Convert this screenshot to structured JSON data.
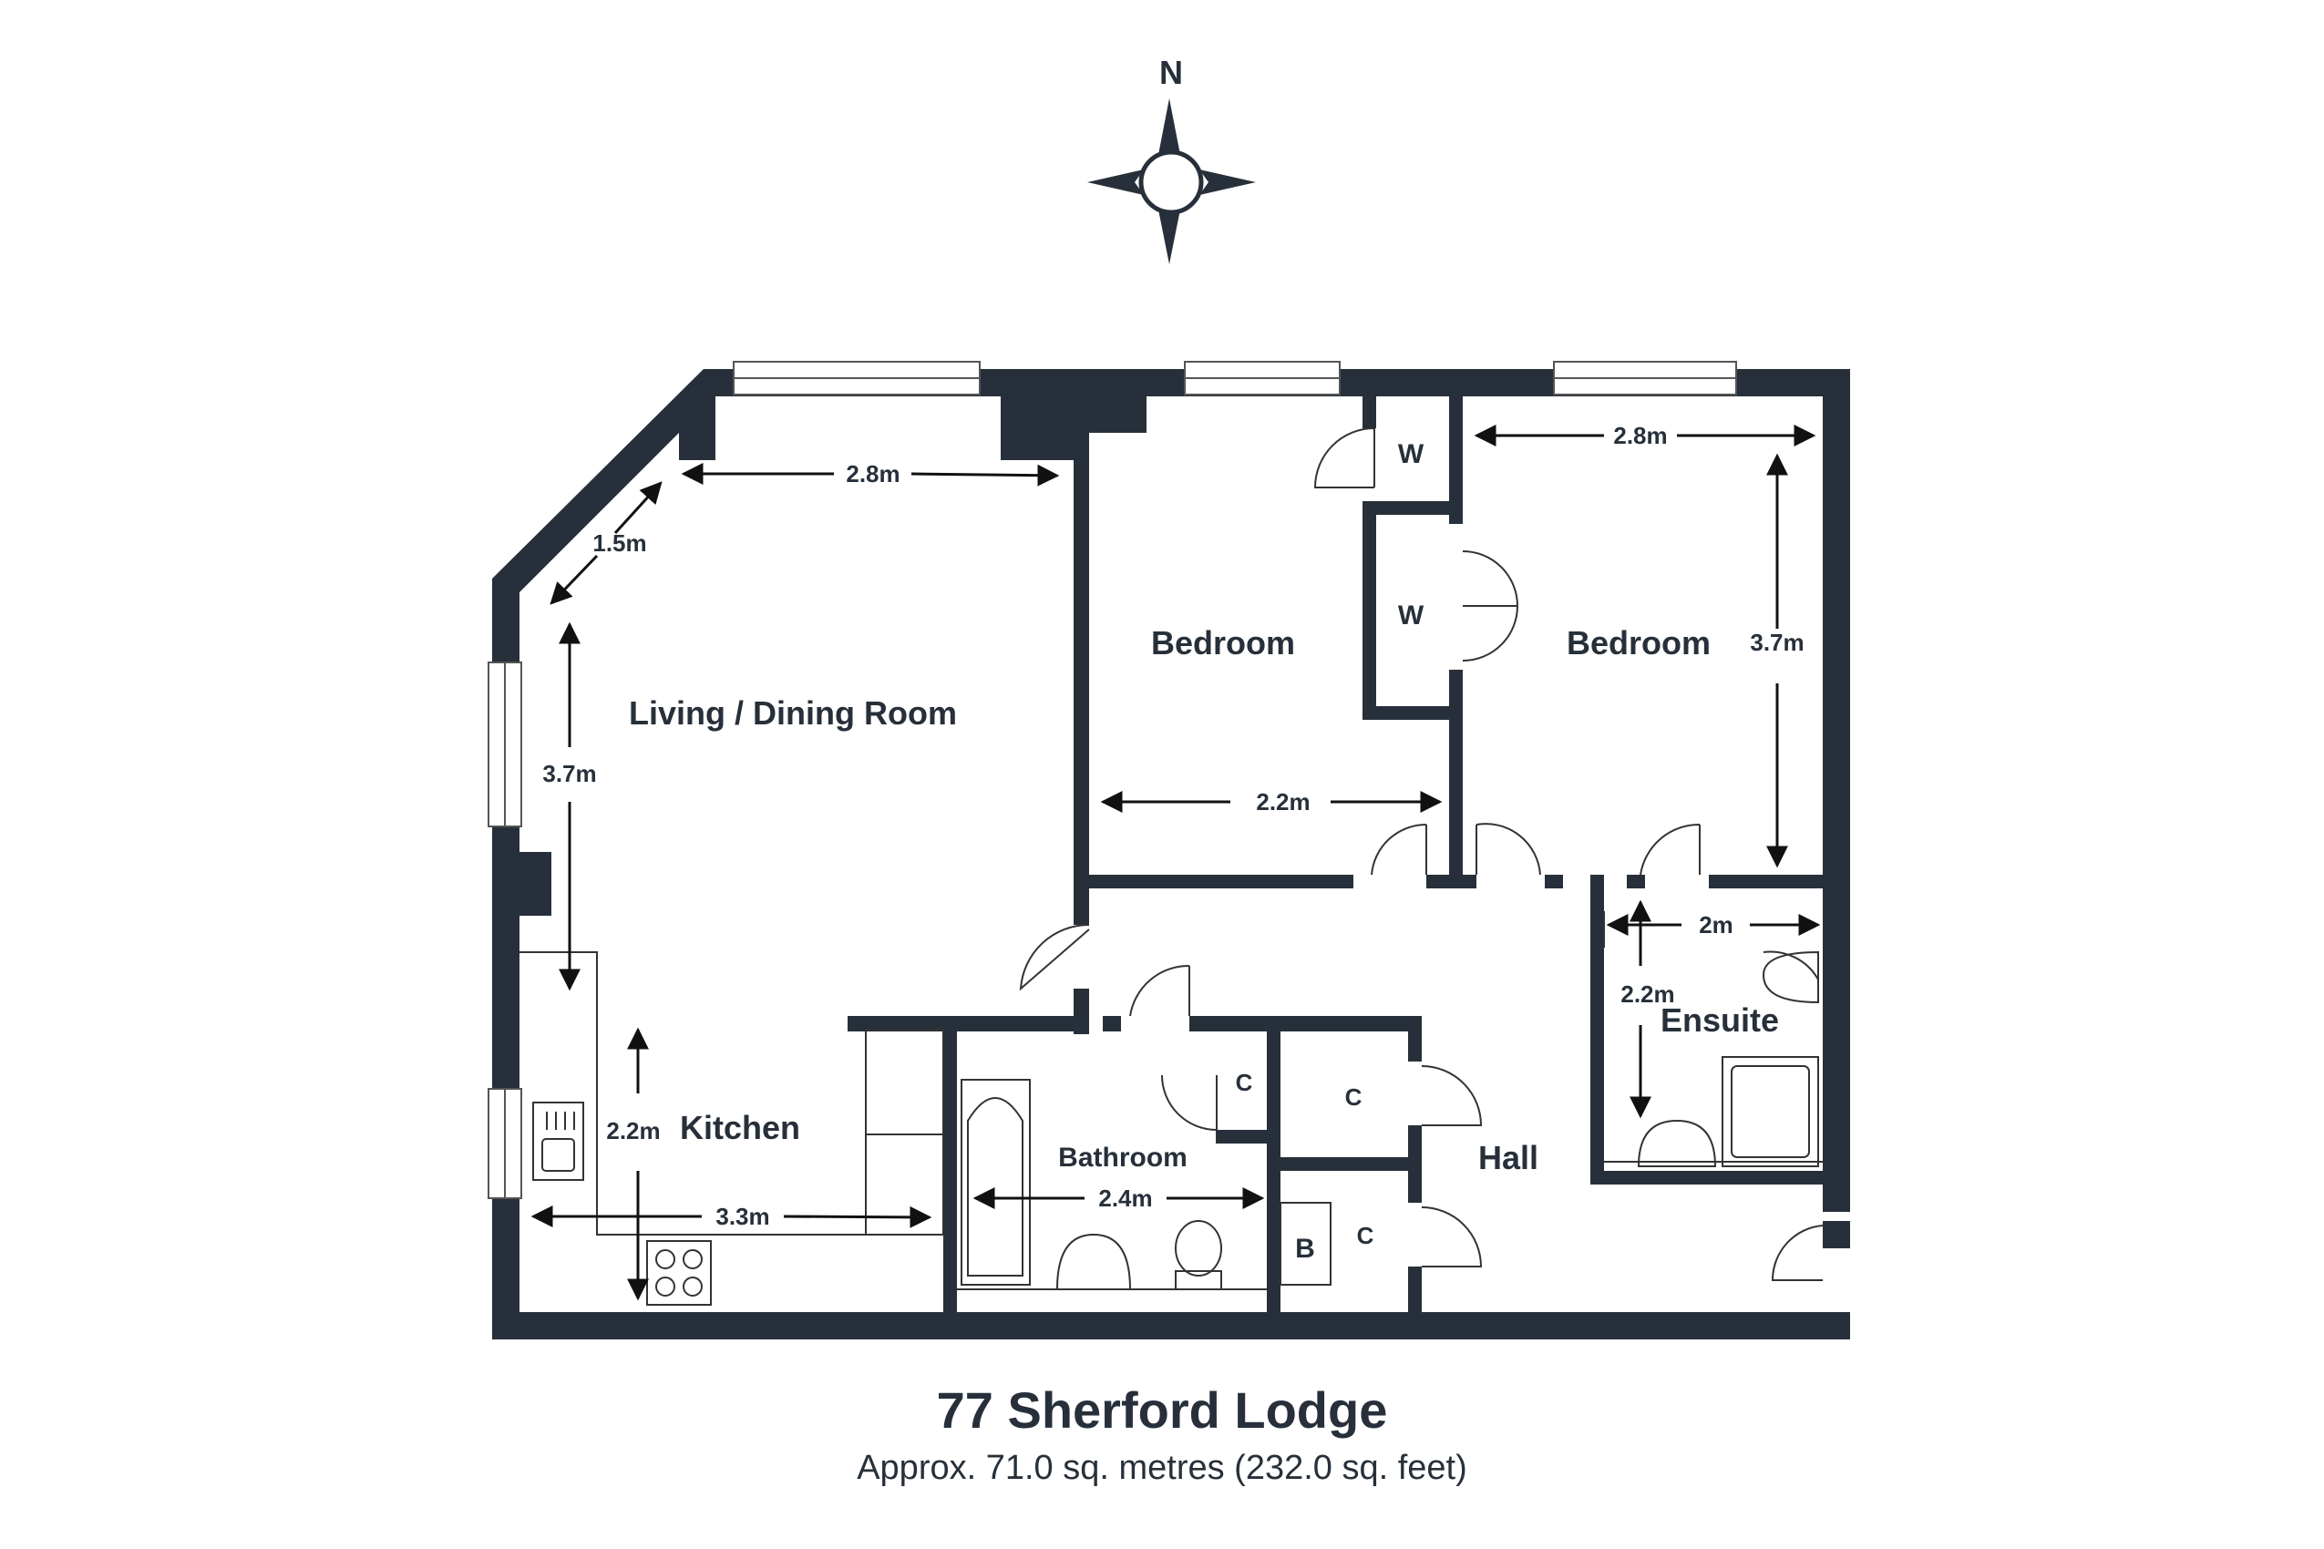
{
  "compass": {
    "label": "N",
    "icon": "compass-rose-icon"
  },
  "rooms": {
    "living": "Living / Dining Room",
    "kitchen": "Kitchen",
    "bedroom1": "Bedroom",
    "bedroom2": "Bedroom",
    "bathroom": "Bathroom",
    "ensuite": "Ensuite",
    "hall": "Hall",
    "wardrobe1": "W",
    "wardrobe2": "W",
    "cupboard1": "C",
    "cupboard2": "C",
    "cupboard3": "C",
    "boiler": "B"
  },
  "dimensions": {
    "living_width": "2.8m",
    "living_diag": "1.5m",
    "living_depth": "3.7m",
    "kitchen_depth": "2.2m",
    "kitchen_width": "3.3m",
    "bedroom1_width": "2.2m",
    "bedroom2_width": "2.8m",
    "bedroom2_depth": "3.7m",
    "bathroom_width": "2.4m",
    "ensuite_width": "2m",
    "ensuite_depth": "2.2m"
  },
  "title": "77 Sherford Lodge",
  "subtitle": "Approx. 71.0 sq. metres (232.0 sq. feet)",
  "colors": {
    "wall": "#27303a",
    "text": "#27303a"
  }
}
